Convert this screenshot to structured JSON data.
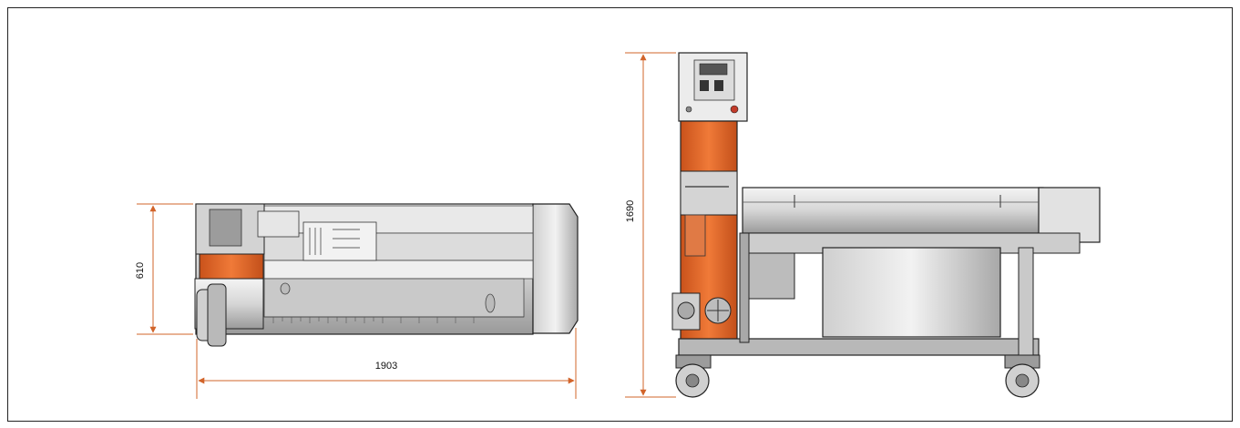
{
  "drawing": {
    "dimensions": {
      "top_view_height": "610",
      "top_view_length": "1903",
      "side_view_height": "1690"
    },
    "colors": {
      "dimension_line": "#d2642a",
      "accent_orange": "#e8692c",
      "metal_light": "#e4e4e4",
      "metal_mid": "#c4c4c4",
      "metal_dark": "#8e8e8e",
      "outline": "#222222"
    }
  }
}
